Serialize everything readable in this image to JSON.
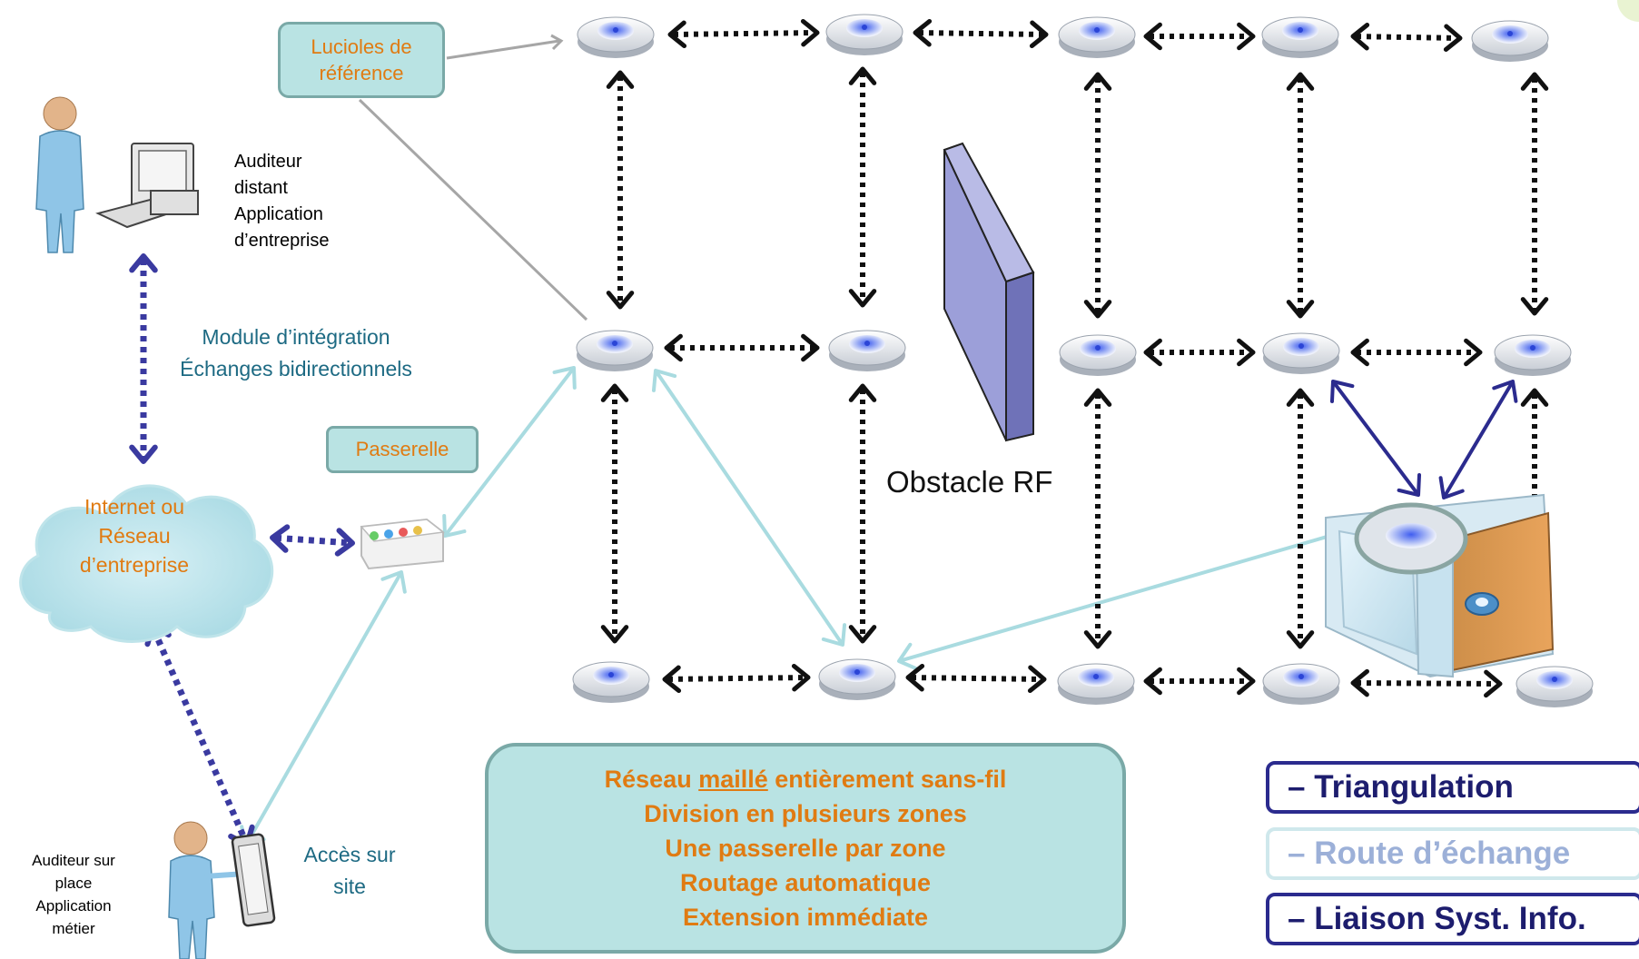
{
  "labels": {
    "reference": [
      "Lucioles de",
      "référence"
    ],
    "remote_auditor": [
      "Auditeur",
      "distant",
      "Application",
      "d’entreprise"
    ],
    "integration_module": [
      "Module d’intégration",
      "Échanges bidirectionnels"
    ],
    "network": [
      "Internet ou",
      "Réseau",
      "d’entreprise"
    ],
    "gateway": "Passerelle",
    "obstacle": "Obstacle RF",
    "site_auditor": [
      "Auditeur sur",
      "place",
      "Application",
      "métier"
    ],
    "site_access": [
      "Accès sur",
      "site"
    ]
  },
  "summary": {
    "line1_pre": "Réseau ",
    "line1_u": "maillé",
    "line1_post": " entièrement sans-fil",
    "line2": "Division en plusieurs zones",
    "line3": "Une passerelle par zone",
    "line4": "Routage automatique",
    "line5": "Extension immédiate"
  },
  "legend": {
    "triangulation": "– Triangulation",
    "route": "– Route d’échange",
    "liaison": "– Liaison Syst. Info."
  },
  "icons": [
    "person-icon",
    "computer-icon",
    "tablet-icon",
    "cloud-icon",
    "gateway-device-icon",
    "firefly-node-icon",
    "obstacle-panel-icon",
    "enclosure-icon"
  ],
  "colors": {
    "accent_orange": "#e07b12",
    "box_fill": "#b9e3e3",
    "triangulation": "#2b2b8e",
    "route": "#a9dbe0",
    "integration": "#3a3aa0",
    "mesh_link": "#111111"
  }
}
